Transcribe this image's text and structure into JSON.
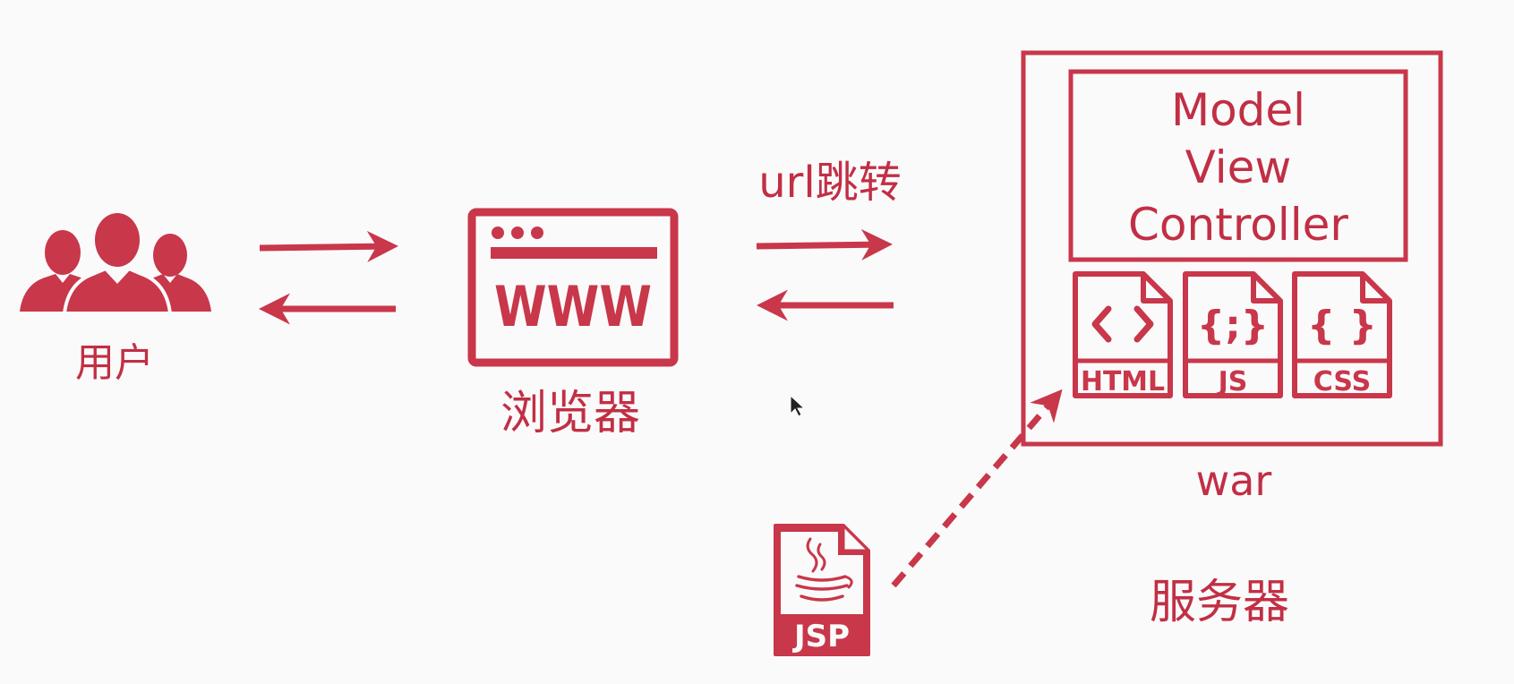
{
  "accent_color": "#c8374a",
  "user": {
    "icon": "users-group-icon",
    "label": "用户"
  },
  "browser": {
    "icon": "browser-window-icon",
    "www_text": "WWW",
    "label": "浏览器"
  },
  "url_jump": {
    "label": "url跳转"
  },
  "server": {
    "mvc_lines": [
      "Model",
      "View",
      "Controller"
    ],
    "files": [
      {
        "icon": "html-file-icon",
        "glyph": "< >",
        "label": "HTML"
      },
      {
        "icon": "js-file-icon",
        "glyph": "{;}",
        "label": "JS"
      },
      {
        "icon": "css-file-icon",
        "glyph": "{ }",
        "label": "CSS"
      }
    ],
    "package_label": "war",
    "label": "服务器"
  },
  "jsp": {
    "icon": "jsp-file-icon",
    "label": "JSP"
  },
  "cursor": {
    "icon": "mouse-cursor-icon"
  }
}
